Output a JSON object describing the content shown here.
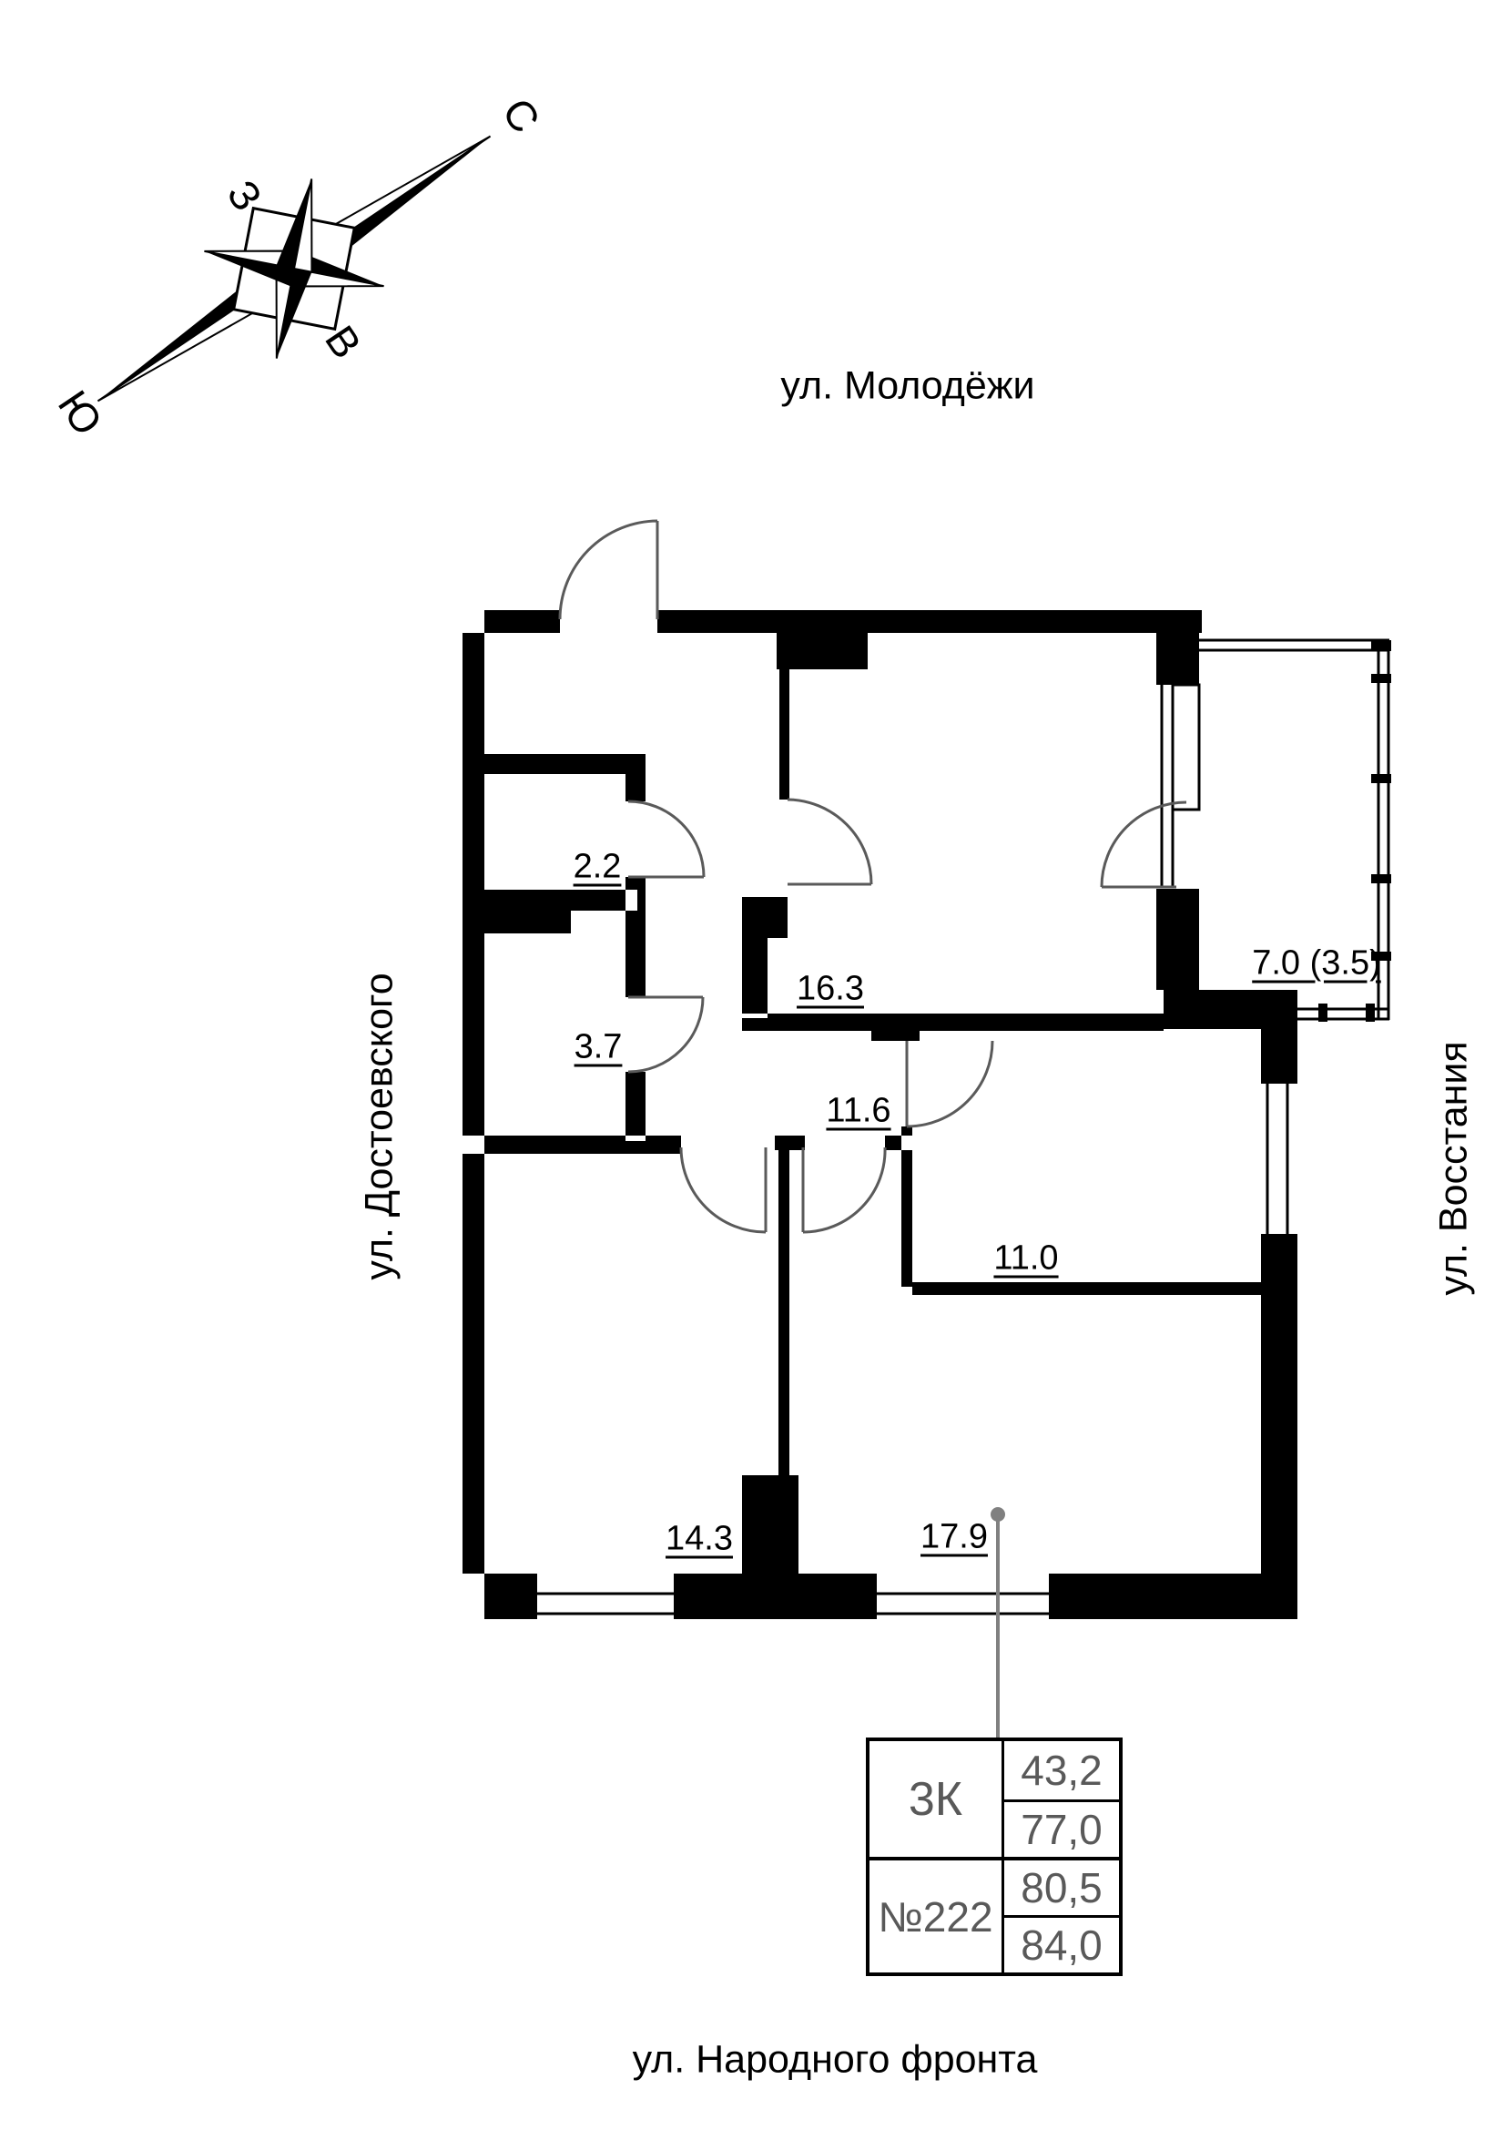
{
  "compass": {
    "north": "С",
    "south": "Ю",
    "west": "З",
    "east": "В"
  },
  "streets": {
    "top": "ул. Молодёжи",
    "left": "ул. Достоевского",
    "right": "ул. Восстания",
    "bottom": "ул. Народного фронта"
  },
  "rooms": {
    "r_22": "2.2",
    "r_37": "3.7",
    "r_163": "16.3",
    "r_116": "11.6",
    "r_110": "11.0",
    "r_70": "7.0 (3.5)",
    "r_143": "14.3",
    "r_179": "17.9"
  },
  "info_table": {
    "type_label": "3К",
    "value_1": "43,2",
    "value_2": "77,0",
    "number_label": "№222",
    "value_3": "80,5",
    "value_4": "84,0"
  },
  "colors": {
    "walls": "#000000",
    "door_arc": "#5a5a5a",
    "leader": "#808080",
    "table_text": "#595959"
  }
}
